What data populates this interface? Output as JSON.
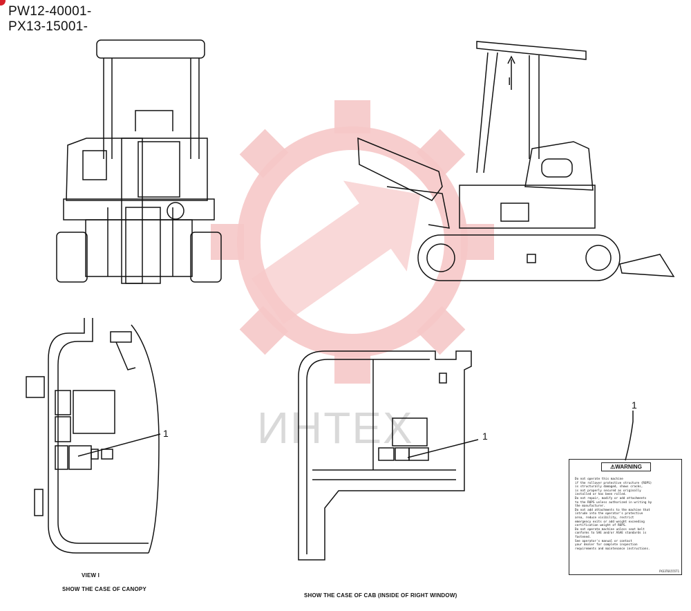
{
  "header": {
    "serial_1": "PW12-40001-",
    "serial_2": "PX13-15001-"
  },
  "watermark": {
    "text": "ИНТЕХ",
    "color": "#f4c4c4"
  },
  "labels": {
    "view_arrow_label": "I",
    "view_caption": "VIEW  I",
    "canopy_caption": "SHOW THE CASE OF CANOPY",
    "cab_caption": "SHOW THE CASE OF CAB (INSIDE OF RIGHT WINDOW)",
    "callout_canopy": "1",
    "callout_cab": "1",
    "callout_label": "1"
  },
  "warning_label": {
    "title": "⚠WARNING",
    "body": "Do not operate this machine\nif the rollover protective structure (ROPS)\nis structurally damaged, shows cracks,\nis not properly secured as originally\ninstalled or has been rolled.\nDo not repair, modify or add attachments\nto the ROPS unless authorized in writing by\nthe manufacturer.\nDo not add attachments to the machine that\nintrude into the operator's protective\narea, reduce visibility, restrict\nemergency exits or add weight exceeding\ncertification weight of ROPS.\nDo not operate machine unless seat belt\nconforms to SAE and/or ASAE standards is\nfastened.\nSee operator's manual or contact\nyour dealer for complete inspection\nrequirements and maintenance instructions.",
    "code": "PX33T01555T1"
  }
}
